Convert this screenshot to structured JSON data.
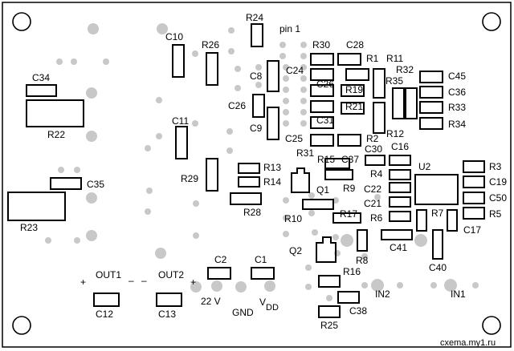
{
  "labels": {
    "R24": "R24",
    "pin1": "pin 1",
    "C10": "C10",
    "R26": "R26",
    "R30": "R30",
    "C28": "C28",
    "R1": "R1",
    "R11": "R11",
    "C24": "C24",
    "R32": "R32",
    "C45": "C45",
    "C8": "C8",
    "C26b": "C26",
    "R19": "R19",
    "R35": "R35",
    "C36": "C36",
    "C34": "C34",
    "C26a": "C26",
    "R21": "R21",
    "R33": "R33",
    "C31": "C31",
    "R34": "R34",
    "C9": "C9",
    "R22": "R22",
    "C11": "C11",
    "R12": "R12",
    "C25": "C25",
    "R2": "R2",
    "C30": "C30",
    "R31": "R31",
    "C16": "C16",
    "R15": "R15",
    "C37": "C37",
    "U2": "U2",
    "R3": "R3",
    "R13": "R13",
    "R4": "R4",
    "R29": "R29",
    "R14": "R14",
    "C19": "C19",
    "C35": "C35",
    "R9": "R9",
    "Q1": "Q1",
    "C22": "C22",
    "C50": "C50",
    "R28": "R28",
    "C21": "C21",
    "R7": "R7",
    "R5": "R5",
    "R23": "R23",
    "R10": "R10",
    "R17": "R17",
    "R6": "R6",
    "C17": "C17",
    "C41": "C41",
    "Q2": "Q2",
    "R8": "R8",
    "C2": "C2",
    "C1": "C1",
    "C40": "C40",
    "OUT1": "OUT1",
    "OUT2": "OUT2",
    "R16": "R16",
    "IN2": "IN2",
    "IN1": "IN1",
    "plus1": "+",
    "minus1": "–",
    "minus2": "–",
    "plus2": "+",
    "v22": "22 V",
    "GND": "GND",
    "VDD": "V",
    "VDD_sub": "DD",
    "C12": "C12",
    "C13": "C13",
    "C38": "C38",
    "R25": "R25",
    "watermark": "cxema.my1.ru"
  }
}
